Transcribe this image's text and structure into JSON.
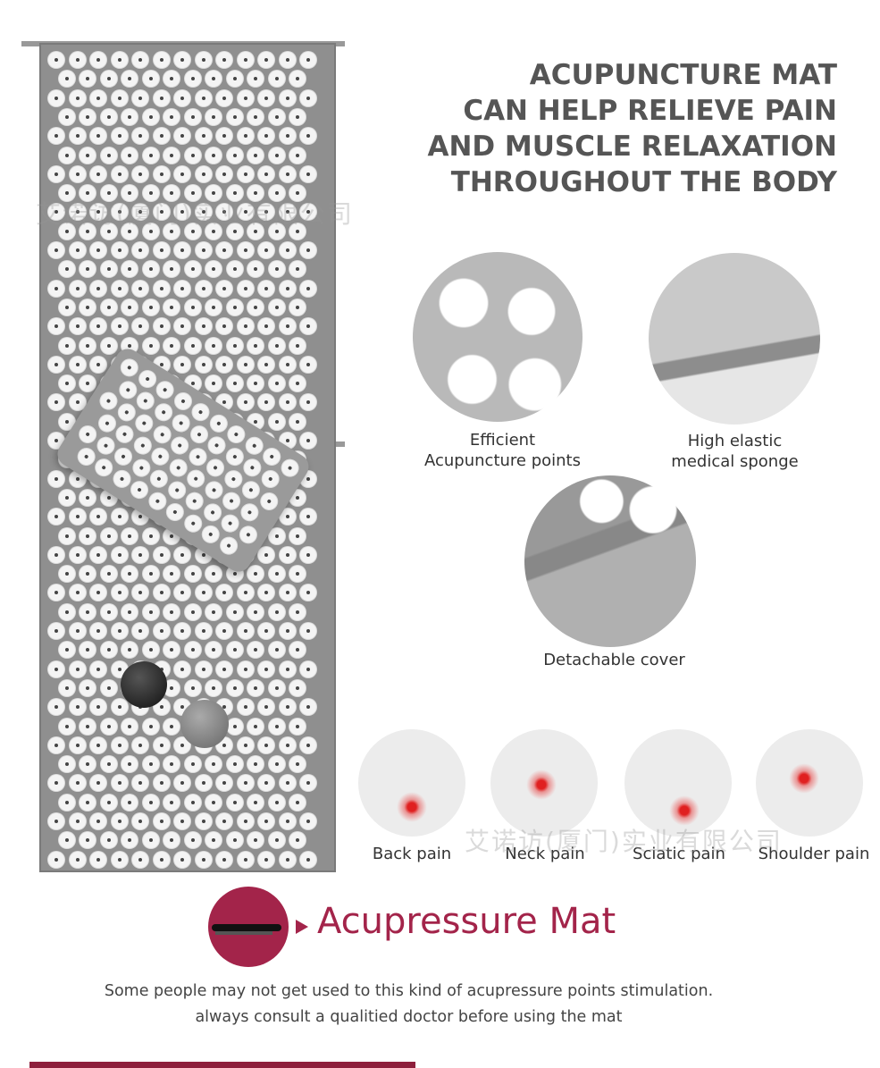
{
  "heading": {
    "lines": [
      "ACUPUNCTURE MAT",
      "CAN HELP RELIEVE PAIN",
      "AND MUSCLE RELAXATION",
      "THROUGHOUT THE BODY"
    ]
  },
  "features": [
    {
      "label_1": "Efficient",
      "label_2": "Acupuncture points"
    },
    {
      "label_1": "High elastic",
      "label_2": "medical sponge"
    },
    {
      "label_1": "Detachable cover"
    }
  ],
  "pain_areas": [
    "Back pain",
    "Neck pain",
    "Sciatic pain",
    "Shoulder pain"
  ],
  "watermark": "艾诺访(厦门)实业有限公司",
  "section": {
    "title": "Acupressure Mat",
    "note_1": "Some people may not get used to this kind of acupressure points stimulation.",
    "note_2": "always consult a qualitied doctor before using the mat"
  },
  "colors": {
    "brand": "#a3244a",
    "heading": "#555555"
  }
}
